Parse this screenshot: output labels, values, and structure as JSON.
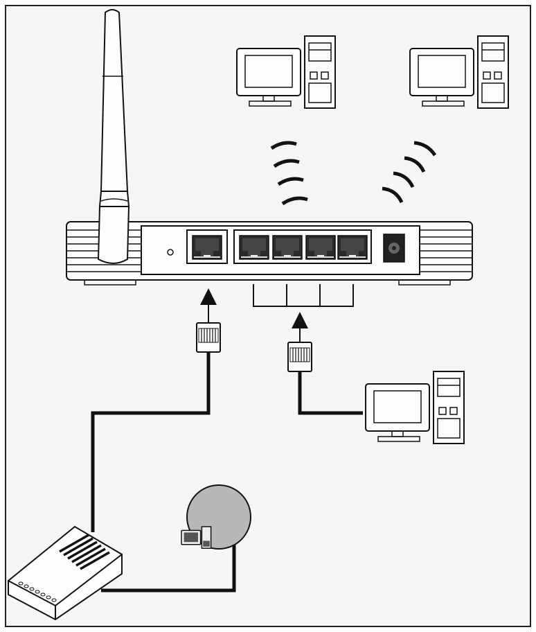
{
  "diagram": {
    "nodes": [
      {
        "id": "wireless-router",
        "kind": "router",
        "lan_ports": 4,
        "wan_ports": 1,
        "has_antenna": true,
        "has_power_jack": true
      },
      {
        "id": "wireless-pc-1",
        "kind": "desktop-computer",
        "connection": "wireless"
      },
      {
        "id": "wireless-pc-2",
        "kind": "desktop-computer",
        "connection": "wireless"
      },
      {
        "id": "wired-pc",
        "kind": "desktop-computer",
        "connection": "ethernet-to-lan"
      },
      {
        "id": "modem",
        "kind": "modem"
      },
      {
        "id": "internet",
        "kind": "internet-cloud-with-computer"
      }
    ],
    "edges": [
      {
        "from": "modem",
        "to": "wireless-router",
        "port": "wan",
        "medium": "cable"
      },
      {
        "from": "wired-pc",
        "to": "wireless-router",
        "port": "lan",
        "medium": "cable"
      },
      {
        "from": "modem",
        "to": "internet",
        "medium": "cable"
      },
      {
        "from": "wireless-router",
        "to": "wireless-pc-1",
        "medium": "wifi"
      },
      {
        "from": "wireless-router",
        "to": "wireless-pc-2",
        "medium": "wifi"
      }
    ],
    "icons": {
      "antenna": "antenna-icon",
      "port": "ethernet-port-icon",
      "plug": "rj45-plug-icon",
      "arrow": "arrow-up-icon",
      "computer": "desktop-computer-icon",
      "wifi": "wifi-waves-icon",
      "modem": "modem-icon",
      "globe": "internet-globe-icon"
    },
    "colors": {
      "stroke": "#111111",
      "background": "#f6f6f6",
      "globe": "#b8b8b8",
      "port": "#2a2a2a"
    }
  }
}
